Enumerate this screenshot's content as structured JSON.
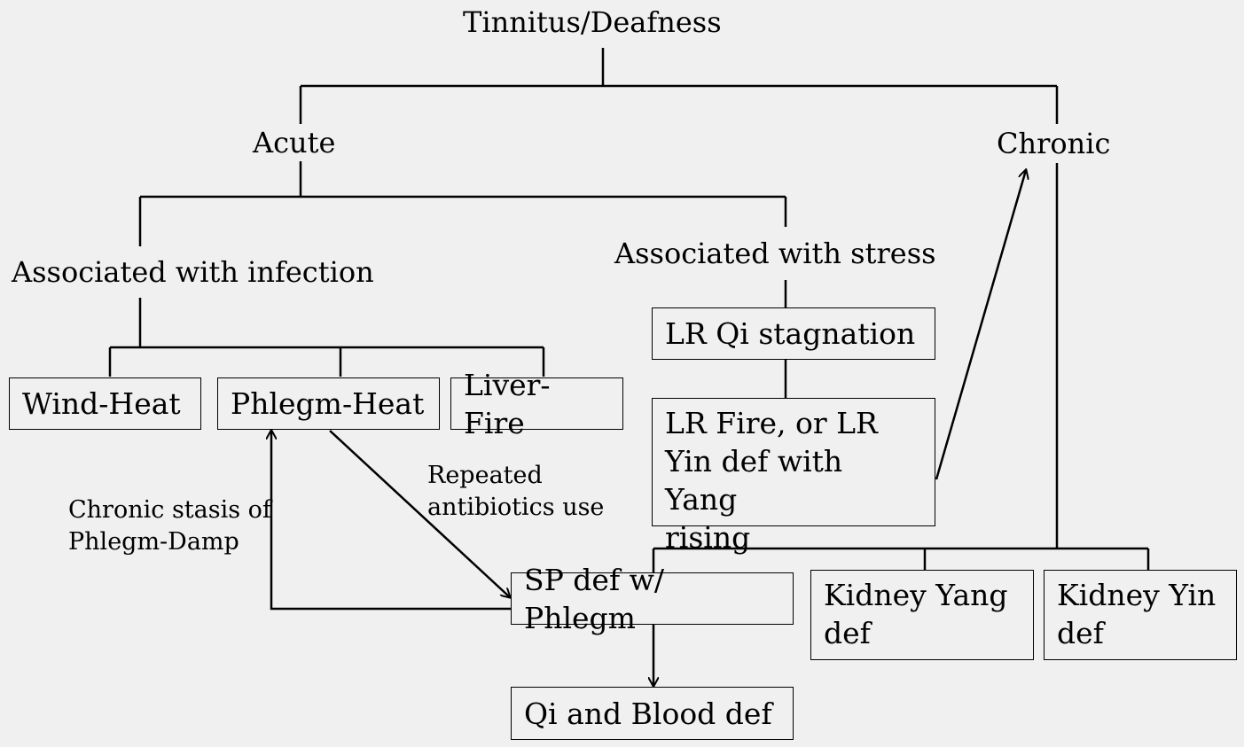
{
  "root": "Tinnitus/Deafness",
  "acute": "Acute",
  "chronic": "Chronic",
  "infection": "Associated with infection",
  "stress": "Associated with stress",
  "boxes": {
    "wind_heat": "Wind-Heat",
    "phlegm_heat": "Phlegm-Heat",
    "liver_fire": "Liver-Fire",
    "lr_qi": "LR Qi stagnation",
    "lr_fire": "LR Fire, or LR\nYin def with Yang\nrising",
    "sp_def": "SP def w/ Phlegm",
    "kidney_yang": "Kidney Yang\ndef",
    "kidney_yin": "Kidney Yin\ndef",
    "qi_blood": "Qi and Blood def"
  },
  "edge_labels": {
    "chronic_stasis": "Chronic stasis of\nPhlegm-Damp",
    "antibiotics": "Repeated\nantibiotics use"
  }
}
